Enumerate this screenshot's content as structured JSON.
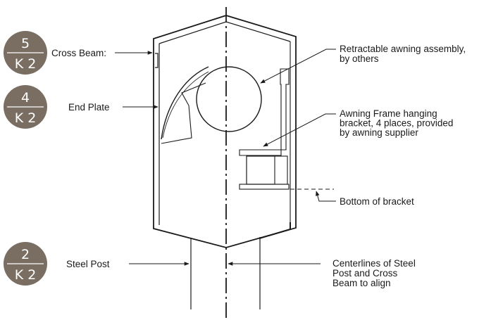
{
  "colors": {
    "badge": "#7a6e62",
    "ink": "#1a1a1a",
    "background": "#ffffff"
  },
  "badges": [
    {
      "top": "5",
      "bottom": "K 2"
    },
    {
      "top": "4",
      "bottom": "K 2"
    },
    {
      "top": "2",
      "bottom": "K 2"
    }
  ],
  "labels": {
    "cross_beam": "Cross Beam:",
    "end_plate": "End Plate",
    "steel_post": "Steel Post",
    "awning_assembly": [
      "Retractable awning assembly,",
      "by others"
    ],
    "hanging_bracket": [
      "Awning Frame hanging",
      "bracket, 4 places, provided",
      "by awning supplier"
    ],
    "bottom_of_bracket": "Bottom of bracket",
    "centerlines": [
      "Centerlines of Steel",
      "Post and Cross",
      "Beam to align"
    ]
  }
}
